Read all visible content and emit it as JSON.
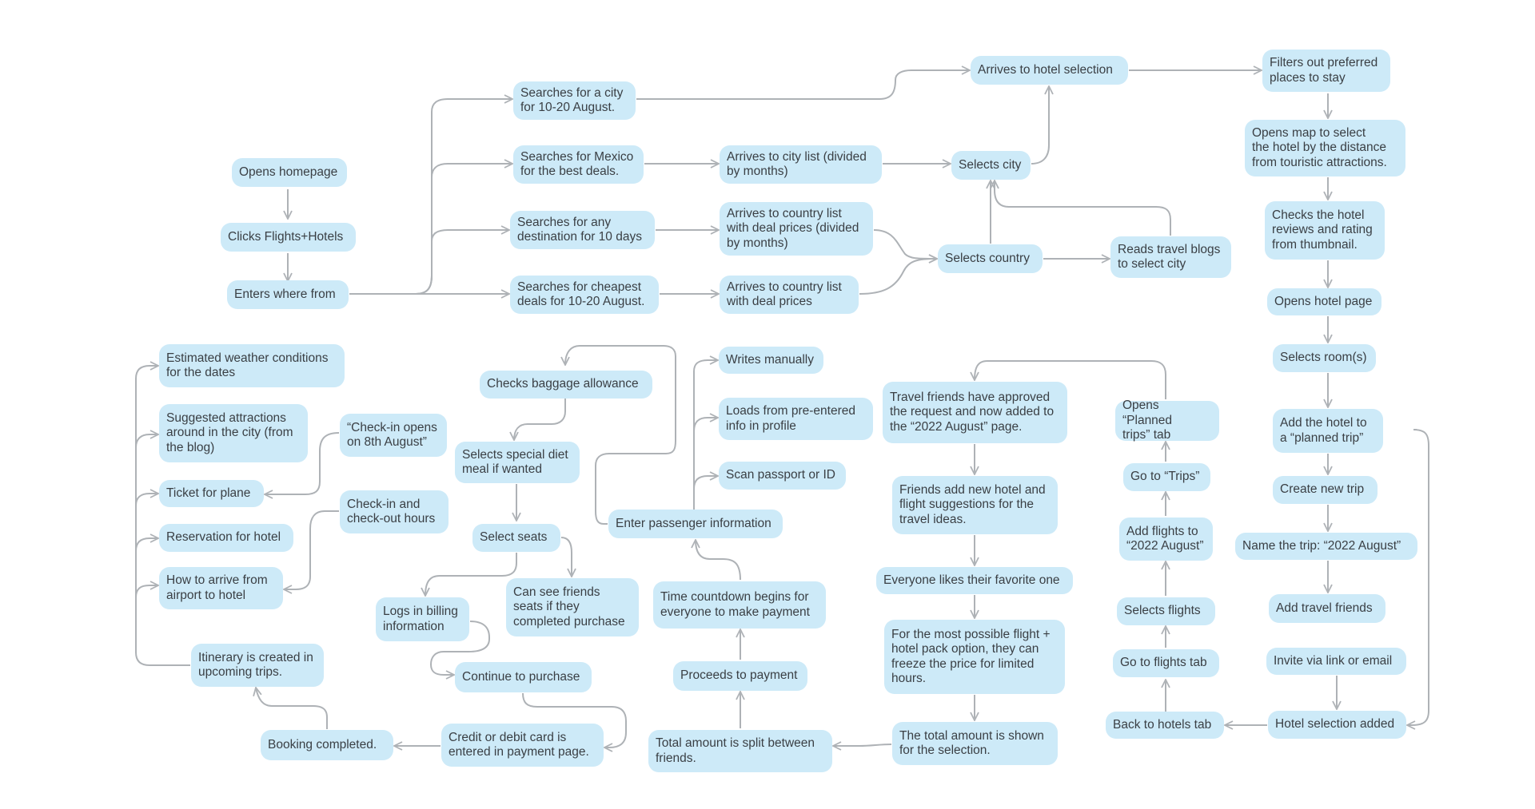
{
  "nodes": [
    {
      "id": "opens_homepage",
      "text": "Opens homepage"
    },
    {
      "id": "clicks_flights_hotels",
      "text": "Clicks Flights+Hotels"
    },
    {
      "id": "enters_where_from",
      "text": "Enters where from"
    },
    {
      "id": "search_city",
      "text": "Searches for a city\nfor 10-20 August."
    },
    {
      "id": "search_mexico",
      "text": "Searches for Mexico\nfor the best deals."
    },
    {
      "id": "search_any_destination",
      "text": "Searches for any\ndestination for 10 days"
    },
    {
      "id": "search_cheapest",
      "text": "Searches for cheapest\ndeals for 10-20 August."
    },
    {
      "id": "city_list",
      "text": "Arrives to city list (divided\nby months)"
    },
    {
      "id": "country_list_divided",
      "text": "Arrives to country list\nwith deal prices (divided\nby months)"
    },
    {
      "id": "country_list",
      "text": "Arrives to country list\nwith deal prices"
    },
    {
      "id": "selects_city",
      "text": "Selects city"
    },
    {
      "id": "selects_country",
      "text": "Selects country"
    },
    {
      "id": "reads_blogs",
      "text": "Reads travel blogs\nto select city"
    },
    {
      "id": "hotel_selection",
      "text": "Arrives to hotel selection"
    },
    {
      "id": "filters_places",
      "text": "Filters out preferred\nplaces to stay"
    },
    {
      "id": "opens_map",
      "text": "Opens map to select\nthe hotel by the distance\nfrom touristic attractions."
    },
    {
      "id": "checks_reviews",
      "text": "Checks the hotel\nreviews and rating\nfrom thumbnail."
    },
    {
      "id": "opens_hotel_page",
      "text": "Opens hotel page"
    },
    {
      "id": "selects_rooms",
      "text": "Selects room(s)"
    },
    {
      "id": "add_planned_trip",
      "text": "Add the hotel to\na “planned trip”"
    },
    {
      "id": "create_new_trip",
      "text": "Create new trip"
    },
    {
      "id": "name_trip",
      "text": "Name the trip: “2022 August”"
    },
    {
      "id": "add_travel_friends",
      "text": "Add travel friends"
    },
    {
      "id": "invite_link",
      "text": "Invite via link or email"
    },
    {
      "id": "hotel_selection_added",
      "text": "Hotel selection added"
    },
    {
      "id": "back_hotels_tab",
      "text": "Back to hotels tab"
    },
    {
      "id": "go_flights_tab",
      "text": "Go to flights tab"
    },
    {
      "id": "selects_flights",
      "text": "Selects flights"
    },
    {
      "id": "add_flights",
      "text": "Add flights to\n“2022 August”"
    },
    {
      "id": "go_trips",
      "text": "Go to “Trips”"
    },
    {
      "id": "opens_planned_trips",
      "text": "Opens “Planned\ntrips” tab"
    },
    {
      "id": "friends_approved",
      "text": "Travel friends have approved\nthe request and now added to\nthe “2022 August” page."
    },
    {
      "id": "friends_add_suggestions",
      "text": "Friends add new hotel and\nflight suggestions for the\ntravel ideas."
    },
    {
      "id": "everyone_likes",
      "text": "Everyone likes their favorite one"
    },
    {
      "id": "freeze_price",
      "text": "For the most possible flight +\nhotel pack option, they can\nfreeze the price for limited\nhours."
    },
    {
      "id": "total_shown",
      "text": "The total amount is shown\nfor the selection."
    },
    {
      "id": "total_split",
      "text": "Total amount is split between\nfriends."
    },
    {
      "id": "proceeds_payment",
      "text": "Proceeds to payment"
    },
    {
      "id": "countdown",
      "text": "Time countdown begins for\neveryone to make payment"
    },
    {
      "id": "enter_passenger",
      "text": "Enter passenger information"
    },
    {
      "id": "writes_manually",
      "text": "Writes manually"
    },
    {
      "id": "loads_profile",
      "text": "Loads from pre-entered\ninfo in profile"
    },
    {
      "id": "scan_passport",
      "text": "Scan passport or ID"
    },
    {
      "id": "checks_baggage",
      "text": "Checks baggage allowance"
    },
    {
      "id": "special_diet",
      "text": "Selects special diet\nmeal if wanted"
    },
    {
      "id": "select_seats",
      "text": "Select seats"
    },
    {
      "id": "friends_seats",
      "text": "Can see friends\nseats if they\ncompleted purchase"
    },
    {
      "id": "billing_info",
      "text": "Logs in billing\ninformation"
    },
    {
      "id": "continue_purchase",
      "text": "Continue to purchase"
    },
    {
      "id": "card_payment",
      "text": "Credit or debit card is\nentered in payment page."
    },
    {
      "id": "booking_completed",
      "text": "Booking completed."
    },
    {
      "id": "itinerary_created",
      "text": "Itinerary is created in\nupcoming trips."
    },
    {
      "id": "weather",
      "text": "Estimated weather conditions\nfor the dates"
    },
    {
      "id": "attractions",
      "text": "Suggested attractions\naround in the city (from\nthe blog)"
    },
    {
      "id": "ticket_plane",
      "text": "Ticket for plane"
    },
    {
      "id": "reservation_hotel",
      "text": "Reservation for hotel"
    },
    {
      "id": "arrive_airport_hotel",
      "text": "How to arrive from\nairport to hotel"
    },
    {
      "id": "checkin_opens",
      "text": "“Check-in opens\non 8th August”"
    },
    {
      "id": "checkin_hours",
      "text": "Check-in and\ncheck-out hours"
    }
  ]
}
